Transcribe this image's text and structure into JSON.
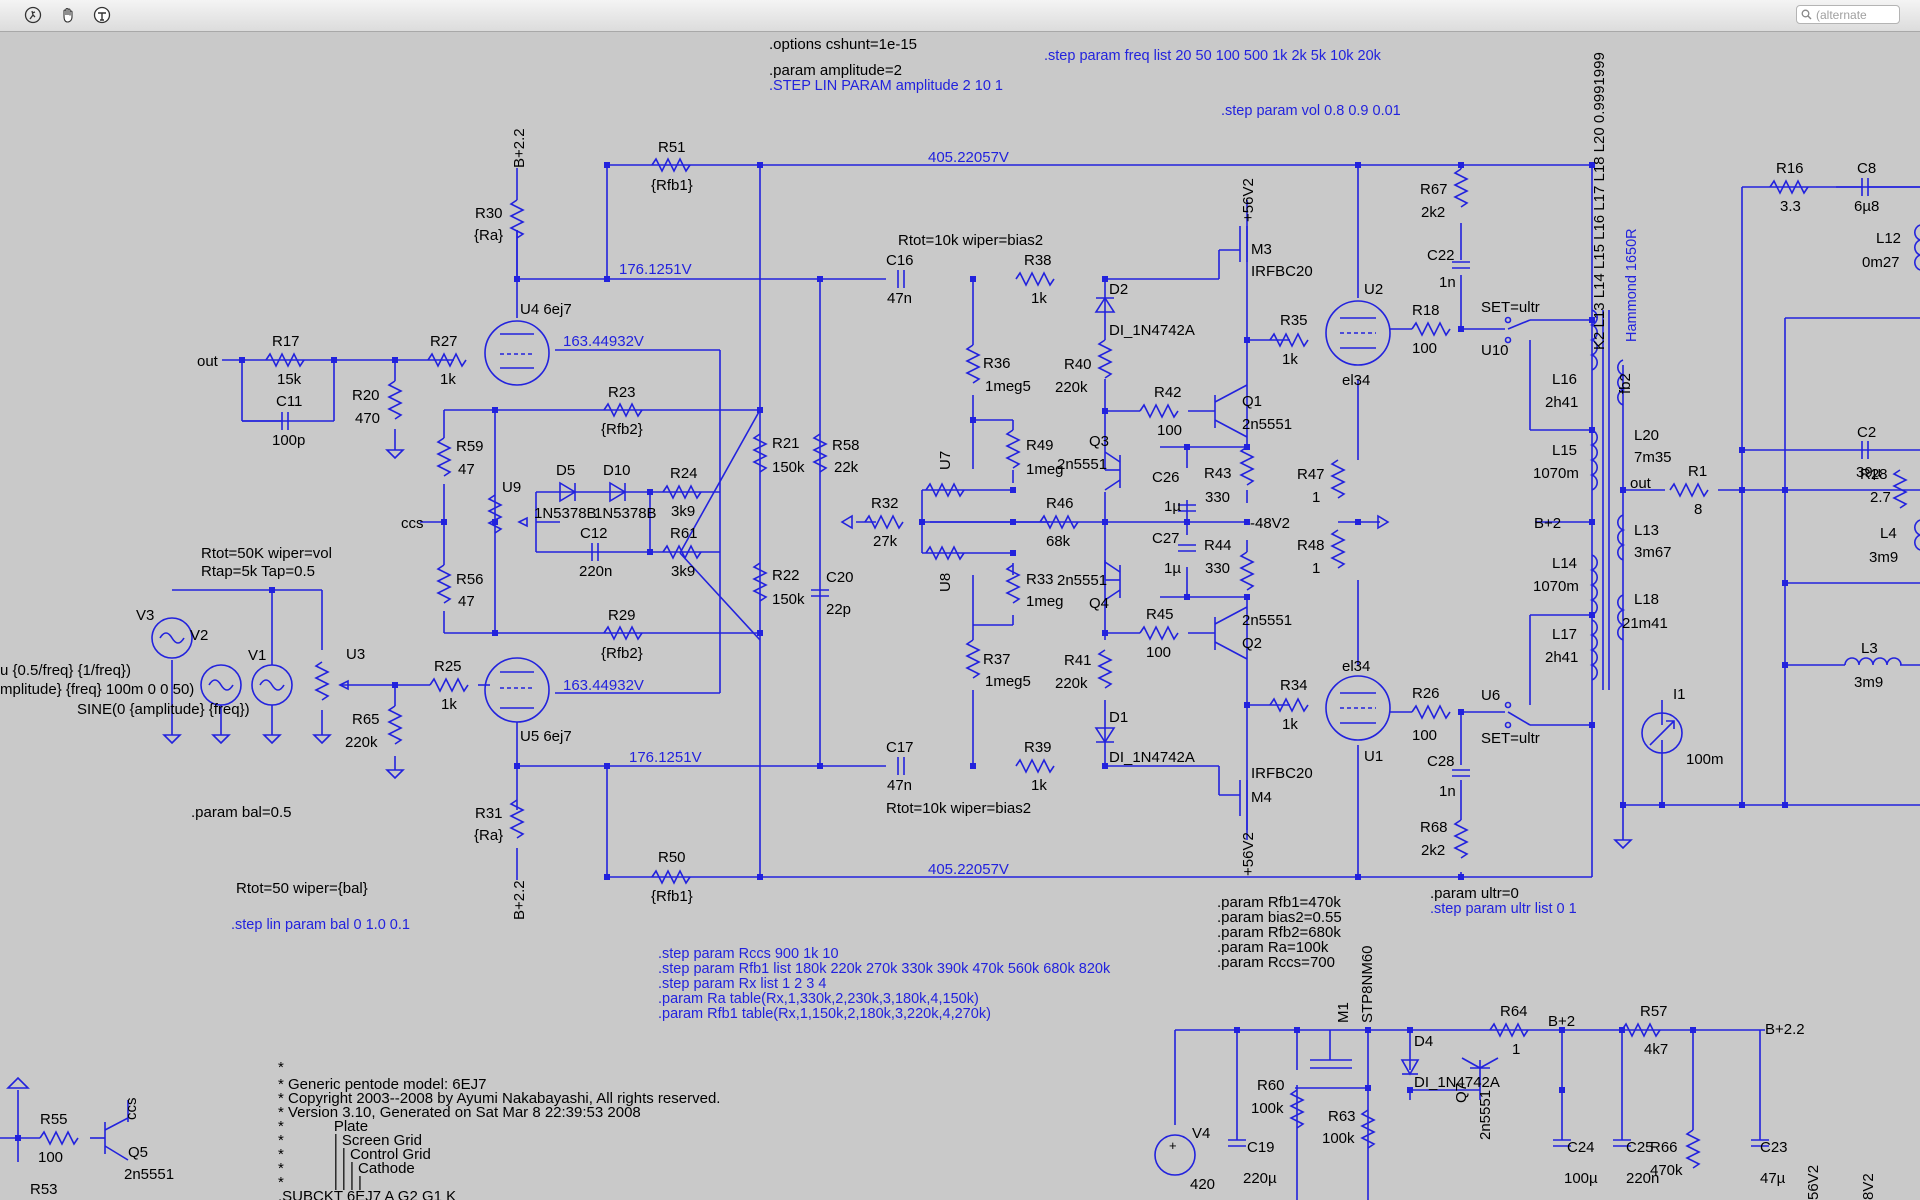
{
  "toolbar": {
    "tools": [
      "run-icon",
      "pan-hand-icon",
      "probe-icon"
    ],
    "search_placeholder": "(alternate"
  },
  "colors": {
    "wire": "#2222dd",
    "background": "#c9c9c9",
    "text": "#000000"
  },
  "directives": {
    "options": ".options cshunt=1e-15",
    "param_amplitude": ".param amplitude=2",
    "step_amplitude": ".STEP LIN PARAM amplitude  2  10  1",
    "step_freq": ".step param freq list 20 50 100 500 1k 2k 5k 10k 20k",
    "step_vol": ".step param vol 0.8 0.9 0.01",
    "param_bal": ".param bal=0.5",
    "rtot_bal": "Rtot=50 wiper={bal}",
    "step_bal": ".step lin param bal 0 1.0 0.1",
    "rtot_vol": "Rtot=50K wiper=vol",
    "rtap_vol": "Rtap=5k Tap=0.5",
    "rtot_bias_top": "Rtot=10k wiper=bias2",
    "rtot_bias_bottom": "Rtot=10k wiper=bias2",
    "block1": [
      ".step param Rccs 900 1k 10",
      ".step param Rfb1 list 180k 220k 270k 330k 390k 470k 560k 680k 820k",
      ".step param Rx list 1 2 3 4",
      ".param Ra table(Rx,1,330k,2,230k,3,180k,4,150k)",
      ".param Rfb1 table(Rx,1,150k,2,180k,3,220k,4,270k)"
    ],
    "block2": [
      ".param Rfb1=470k",
      ".param bias2=0.55",
      ".param Rfb2=680k",
      ".param Ra=100k",
      ".param Rccs=700"
    ],
    "ultr_param": ".param ultr=0",
    "ultr_step": ".step param ultr list 0 1",
    "model_comment": [
      "*",
      "* Generic pentode model: 6EJ7",
      "* Copyright 2003--2008 by Ayumi Nakabayashi, All rights reserved.",
      "* Version 3.10, Generated on Sat Mar  8 22:39:53 2008",
      "*            Plate",
      "*            | Screen Grid",
      "*            | | Control Grid",
      "*            | | | Cathode",
      "*            | | | |",
      ".SUBCKT 6EJ7 A G2 G1 K"
    ]
  },
  "netlabels": {
    "v405_top": "405.22057V",
    "v405_bot": "405.22057V",
    "v176_top": "176.1251V",
    "v176_bot": "176.1251V",
    "v163_top": "163.44932V",
    "v163_bot": "163.44932V"
  },
  "components": {
    "R51": [
      "R51",
      "{Rfb1}"
    ],
    "R50": [
      "R50",
      "{Rfb1}"
    ],
    "R30": [
      "R30",
      "{Ra}"
    ],
    "R31": [
      "R31",
      "{Ra}"
    ],
    "R17": [
      "R17",
      "15k"
    ],
    "C11": [
      "C11",
      "100p"
    ],
    "R27": [
      "R27",
      "1k"
    ],
    "R20": [
      "R20",
      "470"
    ],
    "R23": [
      "R23",
      "{Rfb2}"
    ],
    "R29": [
      "R29",
      "{Rfb2}"
    ],
    "R59": [
      "R59",
      "47"
    ],
    "R56": [
      "R56",
      "47"
    ],
    "R24": [
      "R24",
      "3k9"
    ],
    "R61": [
      "R61",
      "3k9"
    ],
    "C12": [
      "C12",
      "220n"
    ],
    "D5": [
      "D5",
      "1N5378B"
    ],
    "D10": [
      "D10",
      "1N5378B"
    ],
    "R21": [
      "R21",
      "150k"
    ],
    "R22": [
      "R22",
      "150k"
    ],
    "R58": [
      "R58",
      "22k"
    ],
    "C20": [
      "C20",
      "22p"
    ],
    "C16": [
      "C16",
      "47n"
    ],
    "C17": [
      "C17",
      "47n"
    ],
    "R38": [
      "R38",
      "1k"
    ],
    "R39": [
      "R39",
      "1k"
    ],
    "R36": [
      "R36",
      "1meg5"
    ],
    "R37": [
      "R37",
      "1meg5"
    ],
    "R49": [
      "R49",
      "1meg"
    ],
    "R33": [
      "R33",
      "1meg"
    ],
    "R32": [
      "R32",
      "27k"
    ],
    "R46": [
      "R46",
      "68k"
    ],
    "R40": [
      "R40",
      "220k"
    ],
    "R41": [
      "R41",
      "220k"
    ],
    "R42": [
      "R42",
      "100"
    ],
    "R45": [
      "R45",
      "100"
    ],
    "R43": [
      "R43",
      "330"
    ],
    "R44": [
      "R44",
      "330"
    ],
    "C26": [
      "C26",
      "1µ"
    ],
    "C27": [
      "C27",
      "1µ"
    ],
    "D2": [
      "D2",
      "DI_1N4742A"
    ],
    "D1": [
      "D1",
      "DI_1N4742A"
    ],
    "M3": [
      "M3",
      "IRFBC20"
    ],
    "M4": [
      "M4",
      "IRFBC20"
    ],
    "Q1": [
      "Q1",
      "2n5551"
    ],
    "Q2": [
      "Q2",
      "2n5551"
    ],
    "Q3": [
      "Q3",
      "2n5551"
    ],
    "Q4": [
      "Q4",
      "2n5551"
    ],
    "R35": [
      "R35",
      "1k"
    ],
    "R34": [
      "R34",
      "1k"
    ],
    "R47": [
      "R47",
      "1"
    ],
    "R48": [
      "R48",
      "1"
    ],
    "U2": [
      "U2",
      "el34"
    ],
    "U1": [
      "U1",
      "el34"
    ],
    "U4": [
      "U4 6ej7"
    ],
    "U5": [
      "U5 6ej7"
    ],
    "R18": [
      "R18",
      "100"
    ],
    "R26": [
      "R26",
      "100"
    ],
    "R67": [
      "R67",
      "2k2"
    ],
    "R68": [
      "R68",
      "2k2"
    ],
    "C22": [
      "C22",
      "1n"
    ],
    "C28": [
      "C28",
      "1n"
    ],
    "U10": [
      "U10",
      "SET=ultr"
    ],
    "U6": [
      "U6",
      "SET=ultr"
    ],
    "L16": [
      "L16",
      "2h41"
    ],
    "L15": [
      "L15",
      "1070m"
    ],
    "L14": [
      "L14",
      "1070m"
    ],
    "L17": [
      "L17",
      "2h41"
    ],
    "L20": [
      "L20",
      "7m35"
    ],
    "L13": [
      "L13",
      "3m67"
    ],
    "L18": [
      "L18",
      "21m41"
    ],
    "K2": "K2 L13 L14 L15 L16 L17 L18 L20 0.9991999",
    "hammond": "Hammond 1650R",
    "fb2": "fb2",
    "R16": [
      "R16",
      "3.3"
    ],
    "C8": [
      "C8",
      "6µ8"
    ],
    "L12": [
      "L12",
      "0m27"
    ],
    "C2": [
      "C2",
      "39µ"
    ],
    "R28": [
      "R28",
      "2.7"
    ],
    "R1": [
      "R1",
      "8"
    ],
    "L4": [
      "L4",
      "3m9"
    ],
    "L3": [
      "L3",
      "3m9"
    ],
    "I1": [
      "I1",
      "100m"
    ],
    "out_right": "out",
    "bplus_mid": "B+2",
    "V3": "V3",
    "V2": "V2",
    "V1": "V1",
    "v_src1": "u {0.5/freq} {1/freq})",
    "v_src2": "mplitude} {freq} 100m 0 0 50)",
    "v_src3": "SINE(0 {amplitude} {freq})",
    "U3": "U3",
    "R25": [
      "R25",
      "1k"
    ],
    "R65": [
      "R65",
      "220k"
    ],
    "U7": "U7",
    "U8": "U8",
    "U9": "U9",
    "out_left": "out",
    "ccs": "ccs",
    "neg48": "-48V2",
    "p56_top": "+56V2",
    "p56_bot": "+56V2",
    "bp22_top": "B+2.2",
    "bp22_bot": "B+2.2",
    "M1": [
      "M1",
      "STP8NM60"
    ],
    "D4": [
      "D4",
      "DI_1N4742A"
    ],
    "Q7": [
      "Q7",
      "2n5551"
    ],
    "R64": [
      "R64",
      "1"
    ],
    "bp2_lower": "B+2",
    "R57": [
      "R57",
      "4k7"
    ],
    "bp22_right": "B+2.2",
    "R60": [
      "R60",
      "100k"
    ],
    "R63": [
      "R63",
      "100k"
    ],
    "V4": [
      "V4",
      "420"
    ],
    "C19": [
      "C19",
      "220µ"
    ],
    "C24": [
      "C24",
      "100µ"
    ],
    "C25": [
      "C25",
      "220n"
    ],
    "R66": [
      "R66",
      "470k"
    ],
    "C23": [
      "C23",
      "47µ"
    ],
    "v56_edge": "56V2",
    "v8_edge": "8V2",
    "R55": [
      "R55",
      "100"
    ],
    "Q5": [
      "Q5",
      "2n5551"
    ],
    "R53": "R53",
    "ccs_bottom": "ccs"
  }
}
